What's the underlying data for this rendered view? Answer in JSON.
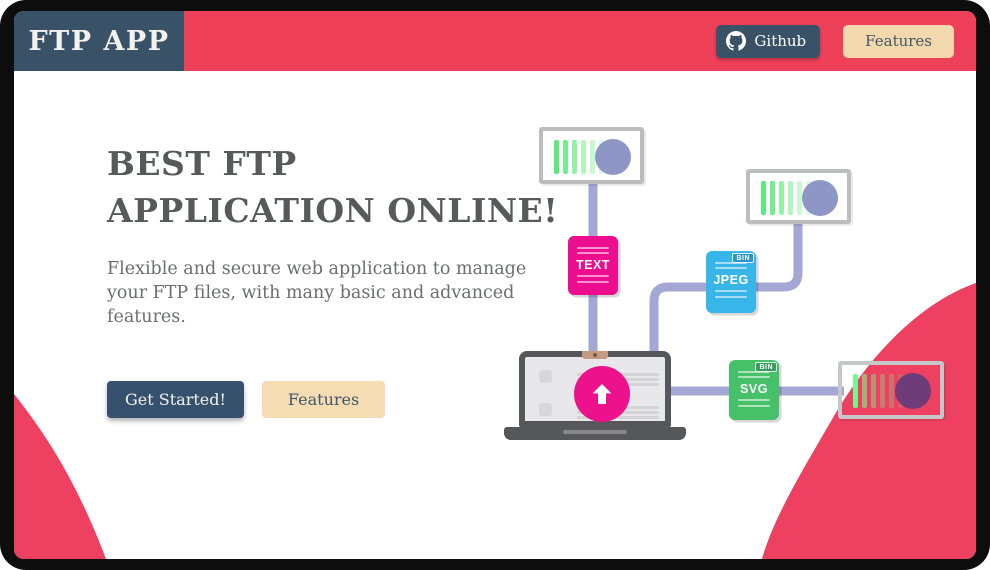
{
  "header": {
    "logo": "FTP APP",
    "nav": {
      "github": "Github",
      "features": "Features"
    }
  },
  "hero": {
    "title": "BEST FTP APPLICATION ONLINE!",
    "description": "Flexible and secure web application to manage your FTP files, with many basic and advanced features.",
    "buttons": {
      "get_started": "Get Started!",
      "features": "Features"
    }
  },
  "illustration": {
    "files": [
      {
        "label": "TEXT",
        "badge": ""
      },
      {
        "label": "JPEG",
        "badge": "BIN"
      },
      {
        "label": "SVG",
        "badge": "BIN"
      }
    ],
    "icons": {
      "github": "github-octocat-icon",
      "upload": "upload-arrow-icon"
    }
  },
  "colors": {
    "navbar_red": "#ee4059",
    "blob_red": "#ee4060",
    "navy": "#3a5267",
    "button_navy": "#35516d",
    "tan": "#f2d8ac",
    "heading_gray": "#58595b",
    "connector_purple": "#a4a6d4",
    "indicator_purple": "#8e96c5",
    "indicator_dark_purple": "#6e3c79",
    "file_pink": "#ec0e8f",
    "file_blue": "#38b6ea",
    "file_green": "#47c169"
  }
}
